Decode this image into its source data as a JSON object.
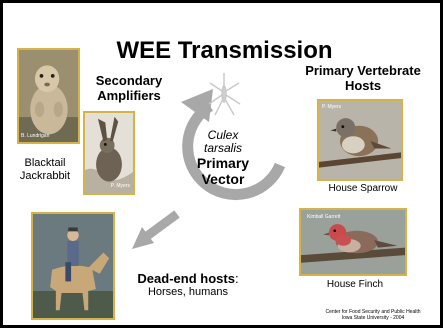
{
  "title": "WEE Transmission",
  "secondary": {
    "line1": "Secondary",
    "line2": "Amplifiers"
  },
  "jackrabbit": {
    "line1": "Blacktail",
    "line2": "Jackrabbit"
  },
  "vector": {
    "species_line1": "Culex",
    "species_line2": "tarsalis",
    "role_line1": "Primary",
    "role_line2": "Vector"
  },
  "primary_hosts": {
    "line1": "Primary Vertebrate",
    "line2": "Hosts"
  },
  "sparrow": {
    "label": "House Sparrow",
    "credit": "P. Myers"
  },
  "finch": {
    "label": "House Finch",
    "credit": "Kimball Garrett"
  },
  "deadend": {
    "heading": "Dead-end hosts",
    "colon": ":",
    "sub": "Horses, humans"
  },
  "squirrel_credit": "B. Lundrigan",
  "rabbit_credit": "P. Myers",
  "footer": {
    "line1": "Center for Food Security and Public Health",
    "line2": "Iowa State University - 2004"
  },
  "colors": {
    "photo_border": "#d4b44a",
    "arrow": "#a8a8a8"
  }
}
